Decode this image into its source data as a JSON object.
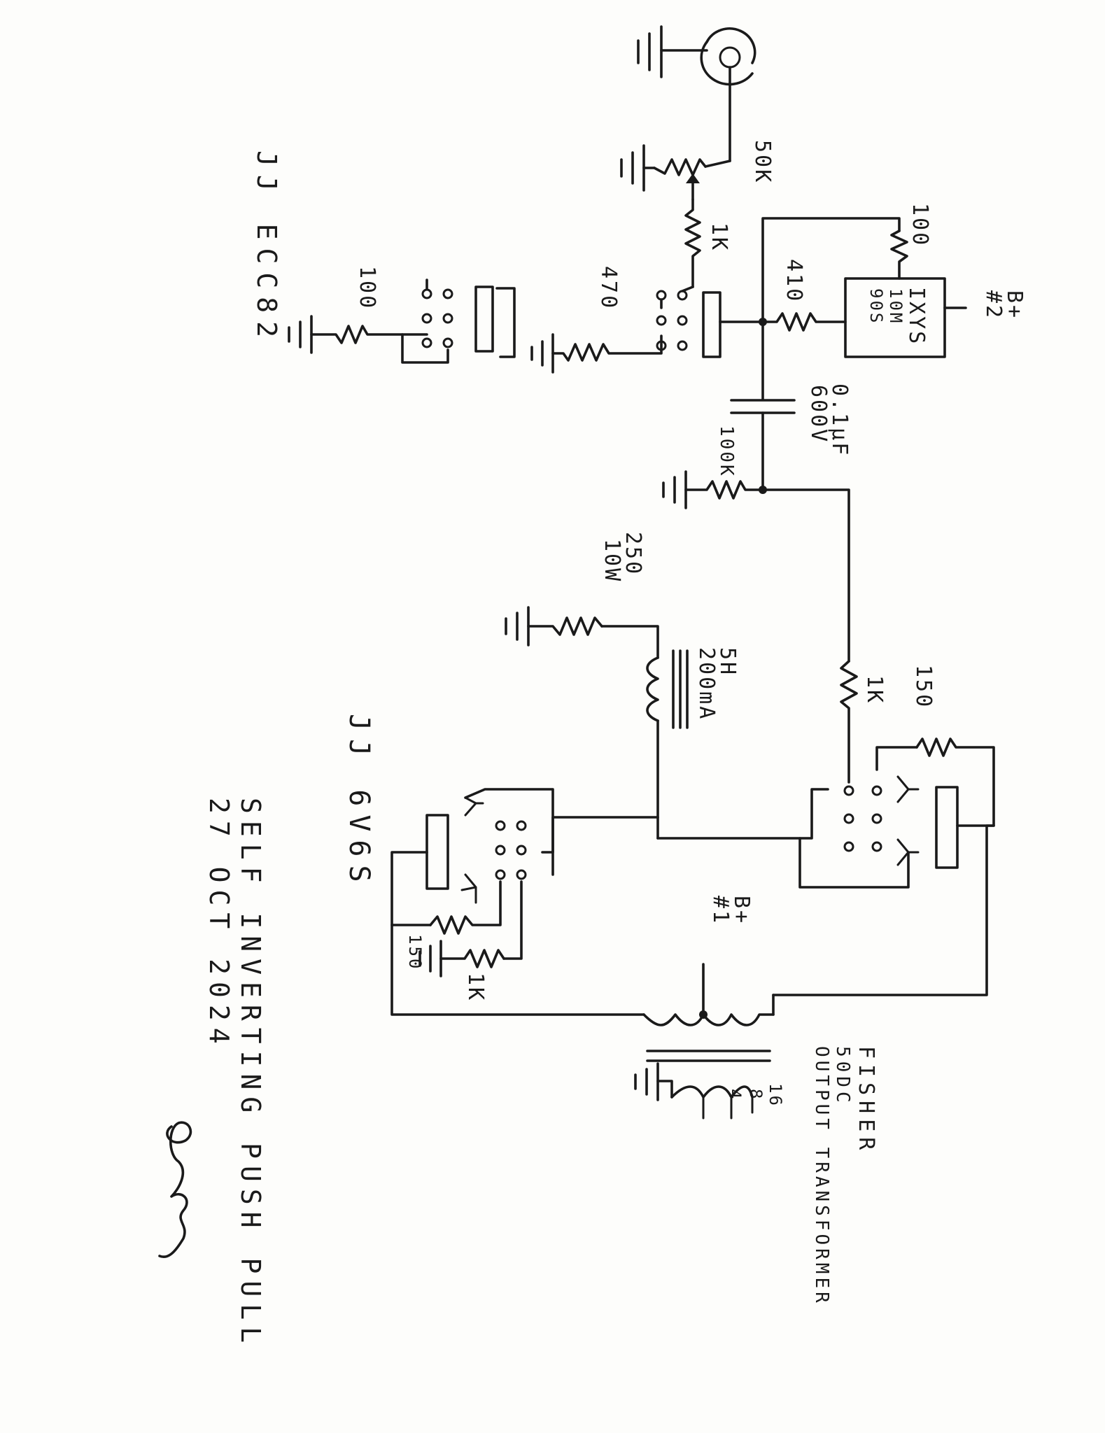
{
  "drawing": {
    "title_lines": [
      "SELF INVERTING PUSH PULL",
      "27 OCT 2024"
    ],
    "signature": "Rich"
  },
  "tubes": {
    "driver": "JJ ECC82",
    "output": "JJ 6V6S"
  },
  "supplies": {
    "bplus_2": [
      "B+",
      "#2"
    ],
    "bplus_1": [
      "B+",
      "#1"
    ]
  },
  "regulator": {
    "lines": [
      "IXYS",
      "10M",
      "90S"
    ]
  },
  "labels": {
    "volume_pot": "50K",
    "grid_stopper_input": "1K",
    "cathode_resistor_input": "470",
    "driver_heater_resistor": "100",
    "regulator_resistor_top": "100",
    "regulator_resistor_plate": "410",
    "coupling_cap": [
      "0.1µF",
      "600V"
    ],
    "grid_leak": "100K",
    "tail_resistor": [
      "250",
      "10W"
    ],
    "tail_choke": [
      "5H",
      "200mA"
    ],
    "grid_stopper_upper": "1K",
    "screen_resistor_upper": "150",
    "screen_resistor_lower": "150",
    "grid_stopper_lower": "1K",
    "transformer": [
      "FISHER",
      "50DC",
      "OUTPUT TRANSFORMER"
    ],
    "secondary_taps": [
      "16",
      "8",
      "4"
    ]
  }
}
